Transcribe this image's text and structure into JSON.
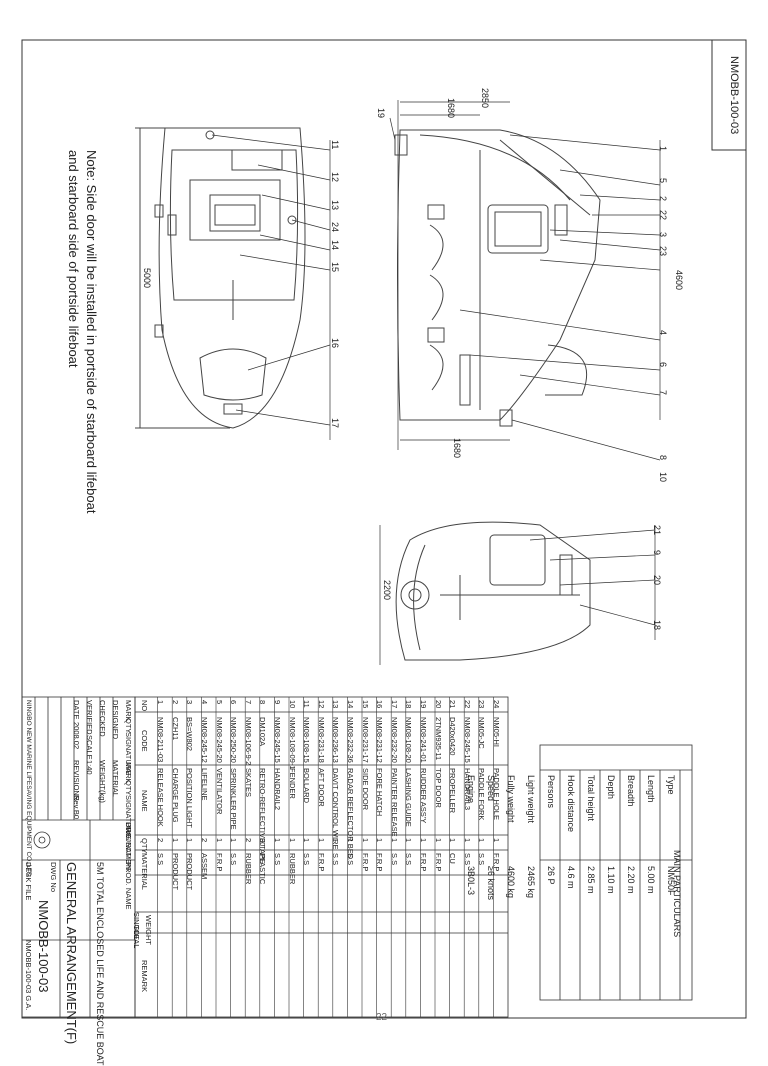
{
  "drawing": {
    "code_top": "NMOBB-100-03",
    "note_line1": "Note: Side door will be installed in portside of starboard lifeboat",
    "note_line2": "and starboard side of portside lifeboat",
    "page_number": "22",
    "dims": {
      "top_length": "5000",
      "side_total": "2850",
      "side_front": "1680",
      "side_bottom": "1680",
      "side_height": "4600",
      "rear_width": "2200"
    },
    "callouts_top": [
      "11",
      "12",
      "13",
      "24",
      "14",
      "15",
      "16",
      "17"
    ],
    "callouts_side_left": [
      "19"
    ],
    "callouts_side_right": [
      "1",
      "5",
      "2",
      "22",
      "3",
      "23",
      "4",
      "6",
      "7",
      "8",
      "10"
    ],
    "callouts_rear": [
      "21",
      "9",
      "20",
      "18"
    ]
  },
  "particulars": {
    "header": "MAIN PARTICULARS",
    "rows": [
      {
        "label": "Type",
        "value": "NM50F"
      },
      {
        "label": "Length",
        "value": "5.00 m"
      },
      {
        "label": "Breadth",
        "value": "2.20 m"
      },
      {
        "label": "Depth",
        "value": "1.10 m"
      },
      {
        "label": "Total height",
        "value": "2.85 m"
      },
      {
        "label": "Hook distance",
        "value": "4.6 m"
      },
      {
        "label": "Persons",
        "value": "26 P"
      },
      {
        "label": "Light weight",
        "value": "2465 kg"
      },
      {
        "label": "Fully weight",
        "value": "4600 kg"
      },
      {
        "label": "Speed",
        "value": "≥6 knots"
      },
      {
        "label": "Engine",
        "value": "3B0L-3"
      }
    ]
  },
  "parts": {
    "header": {
      "no": "NO",
      "code": "CODE",
      "name": "NAME",
      "qty": "QTY",
      "material": "MATERIAL",
      "single": "SINGLE",
      "total": "TOTAL",
      "weight": "WEIGHT",
      "remark": "REMARK"
    },
    "rows": [
      {
        "no": "24",
        "code": "NM05-HI",
        "name": "PADDLE HOLE",
        "qty": "1",
        "material": "F.R.P"
      },
      {
        "no": "23",
        "code": "NM05-JC",
        "name": "PADDLE FORK",
        "qty": "1",
        "material": "S.S"
      },
      {
        "no": "22",
        "code": "NM08-245-15",
        "name": "HANDRAIL3",
        "qty": "1",
        "material": "S.S"
      },
      {
        "no": "21",
        "code": "D420x0420",
        "name": "PROPELLER",
        "qty": "1",
        "material": "CU"
      },
      {
        "no": "20",
        "code": "2TNM935-11",
        "name": "TOP DOOR",
        "qty": "1",
        "material": "F.R.P"
      },
      {
        "no": "19",
        "code": "NM08-241-01",
        "name": "RUDDER ASS'Y",
        "qty": "1",
        "material": "F.R.P"
      },
      {
        "no": "18",
        "code": "NM08-108-20",
        "name": "LASHING GUIDE",
        "qty": "1",
        "material": "S.S"
      },
      {
        "no": "17",
        "code": "NM08-232-20",
        "name": "PAINTER RELEASE",
        "qty": "1",
        "material": "S.S"
      },
      {
        "no": "16",
        "code": "NM08-231-12",
        "name": "FORE HATCH",
        "qty": "1",
        "material": "F.R.P"
      },
      {
        "no": "15",
        "code": "NM08-231-17",
        "name": "SIDE DOOR",
        "qty": "1",
        "material": "F.R.P"
      },
      {
        "no": "14",
        "code": "NM08-232-36",
        "name": "RADAR REFLECTOR BED",
        "qty": "1",
        "material": "S.S"
      },
      {
        "no": "13",
        "code": "NM08-236-13",
        "name": "DAVIT CONTROL WIRE",
        "qty": "1",
        "material": "S.S"
      },
      {
        "no": "12",
        "code": "NM08-231-18",
        "name": "AFT DOOR",
        "qty": "1",
        "material": "F.R.P"
      },
      {
        "no": "11",
        "code": "NM08-108-15",
        "name": "BOLLARD",
        "qty": "1",
        "material": "S.S"
      },
      {
        "no": "10",
        "code": "NM08-108-09-1",
        "name": "FENDER",
        "qty": "1",
        "material": "RUBBER"
      },
      {
        "no": "9",
        "code": "NM08-245-15",
        "name": "HANDRAIL2",
        "qty": "1",
        "material": "S.S"
      },
      {
        "no": "8",
        "code": "DM102A",
        "name": "RETRO-REFLECTIVE TAPE",
        "qty": "30",
        "material": "PLASTIC"
      },
      {
        "no": "7",
        "code": "NM08-106-9-2",
        "name": "SKATES",
        "qty": "2",
        "material": "RUBBER"
      },
      {
        "no": "6",
        "code": "NM08-250-20",
        "name": "SPRINKLER PIPE",
        "qty": "1",
        "material": "S.S"
      },
      {
        "no": "5",
        "code": "NM08-245-20",
        "name": "VENTILATOR",
        "qty": "1",
        "material": "F.R.P"
      },
      {
        "no": "4",
        "code": "NM08-245-12",
        "name": "LIFELINE",
        "qty": "2",
        "material": "ASSEM"
      },
      {
        "no": "3",
        "code": "BS=W802",
        "name": "POSITION LIGHT",
        "qty": "1",
        "material": "PRODUCT"
      },
      {
        "no": "2",
        "code": "CZH11",
        "name": "CHARGE PLUG",
        "qty": "1",
        "material": "PRODUCT"
      },
      {
        "no": "1",
        "code": "NM08-211-03",
        "name": "RELEASE HOOK",
        "qty": "2",
        "material": "S.S"
      }
    ]
  },
  "titleblock": {
    "sign_header": [
      "MARK",
      "QTY",
      "SIGNATURE",
      "MARK",
      "QTY",
      "SIGNATURE"
    ],
    "designed": "DESIGNED",
    "checked": "CHECKED",
    "verified": "VERIFIED",
    "date": "DATE",
    "material": "MATERIAL",
    "weight": "WEIGHT(kg)",
    "scale": "SCALE",
    "scale_value": "1:40",
    "date_value": "2008.02",
    "revision": "REVISIONS",
    "rev_value": "Rev.B0",
    "company": "NINGBO NEW MARINE LIFESAVING EQUIPMENT CO.,LTD",
    "projection": "PROJECTION",
    "prod_name_label": "PROD. NAME",
    "prod_name": "5M TOTAL ENCLOSED LIFE AND RESCUE BOAT",
    "dwg_name_label": "DWG NAME",
    "dwg_name": "GENERAL ARRANGEMENT(F)",
    "dwg_no_label": "DWG No",
    "dwg_no": "NMOBB-100-03",
    "desk_file_label": "DESK FILE",
    "desk_file": "NMOBB-100-03 G.A."
  }
}
